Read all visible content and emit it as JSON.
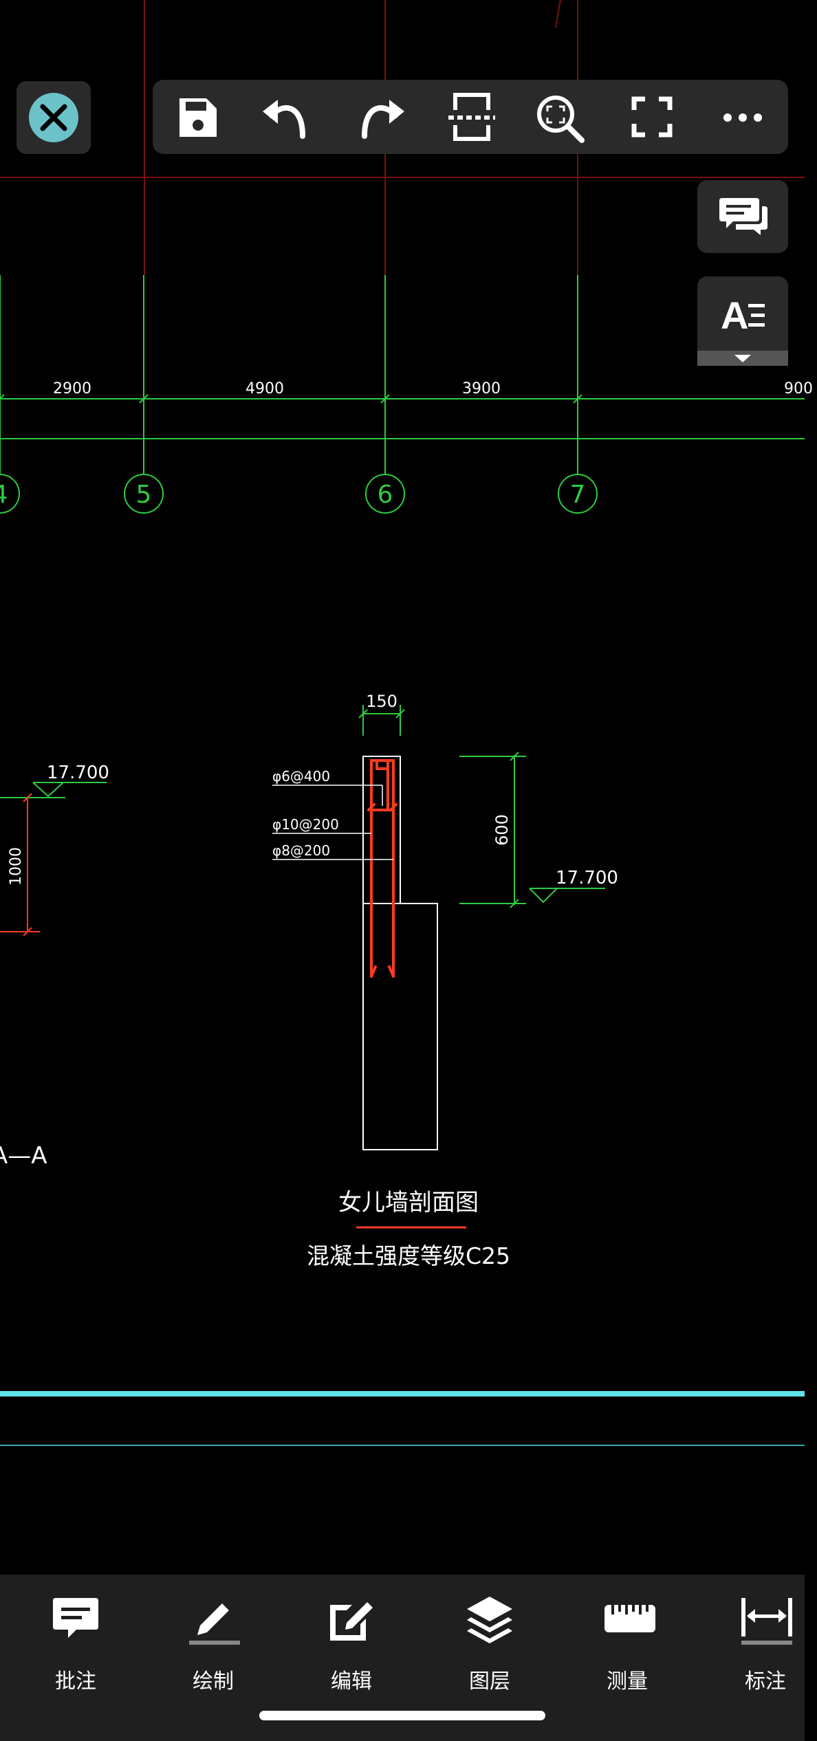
{
  "toolbar": {
    "close": "close",
    "save": "save",
    "undo": "undo",
    "redo": "redo",
    "section": "section-cut",
    "zoom_extents": "zoom-extents",
    "fullscreen": "fullscreen",
    "more": "more"
  },
  "side_panel": {
    "comments": "comments",
    "text_style": "text-style"
  },
  "drawing": {
    "dims": {
      "d1": "2900",
      "d2": "4900",
      "d3": "3900",
      "d4": "900"
    },
    "axes": {
      "a4": "4",
      "a5": "5",
      "a6": "6",
      "a7": "7"
    },
    "left_elev": "17.700",
    "left_dim": "1000",
    "section_label": "A—A",
    "width_dim": "150",
    "rebar1": "φ6@400",
    "rebar2": "φ10@200",
    "rebar3": "φ8@200",
    "height_dim": "600",
    "right_elev": "17.700",
    "title": "女儿墙剖面图",
    "subtitle": "混凝土强度等级C25"
  },
  "bottom_nav": [
    {
      "label": "批注",
      "icon": "comment-icon"
    },
    {
      "label": "绘制",
      "icon": "pencil-icon"
    },
    {
      "label": "编辑",
      "icon": "edit-icon"
    },
    {
      "label": "图层",
      "icon": "layers-icon"
    },
    {
      "label": "测量",
      "icon": "ruler-icon"
    },
    {
      "label": "标注",
      "icon": "dimension-icon"
    }
  ],
  "colors": {
    "green": "#2ecc40",
    "red": "#ff3b1f",
    "cyan": "#5fe3e8",
    "toolbar_bg": "#2a2a2a",
    "close_bg": "#6bc2c9"
  }
}
